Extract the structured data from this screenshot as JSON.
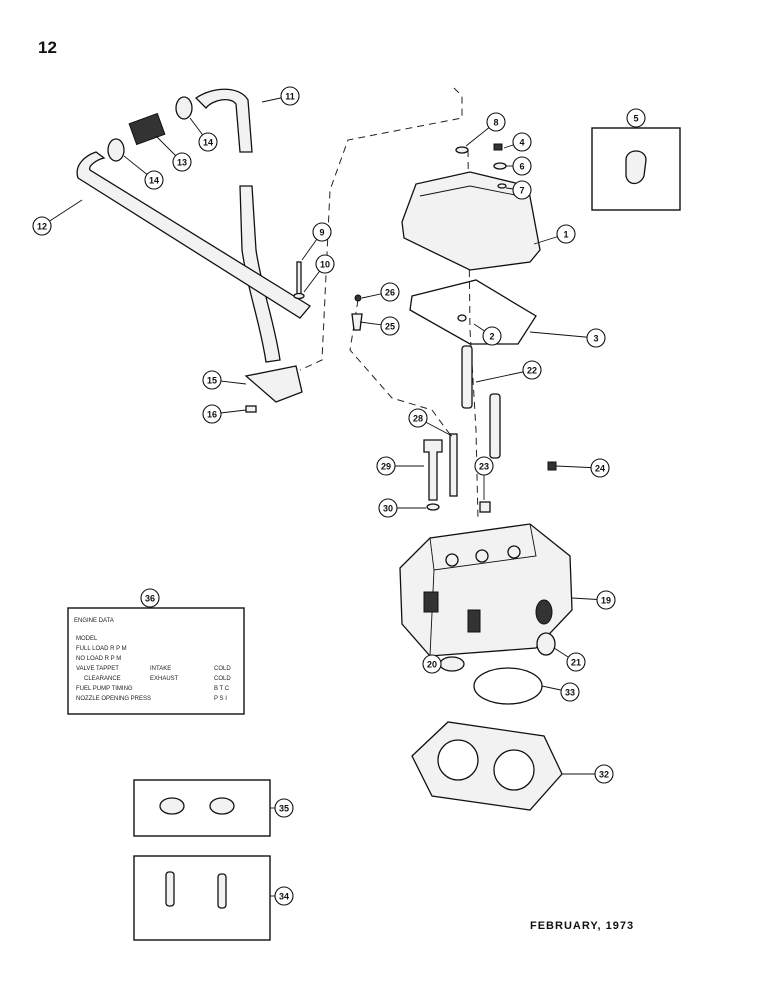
{
  "page_number": "12",
  "footer": "FEBRUARY, 1973",
  "callouts": [
    "1",
    "2",
    "3",
    "4",
    "5",
    "6",
    "7",
    "8",
    "9",
    "10",
    "11",
    "12",
    "13",
    "14",
    "14",
    "15",
    "16",
    "19",
    "20",
    "21",
    "22",
    "23",
    "24",
    "25",
    "26",
    "28",
    "29",
    "30",
    "32",
    "33",
    "34",
    "35",
    "36"
  ],
  "data_card": {
    "title": "ENGINE DATA",
    "rows": [
      {
        "label": "MODEL",
        "mid": "",
        "value": ""
      },
      {
        "label": "FULL LOAD R P M",
        "mid": "",
        "value": ""
      },
      {
        "label": "NO LOAD R P M",
        "mid": "",
        "value": ""
      },
      {
        "label": "VALVE TAPPET",
        "mid": "INTAKE",
        "value": "COLD"
      },
      {
        "label": "CLEARANCE",
        "mid": "EXHAUST",
        "value": "COLD"
      },
      {
        "label": "FUEL PUMP TIMING",
        "mid": "",
        "value": "B T C"
      },
      {
        "label": "NOZZLE OPENING PRESS",
        "mid": "",
        "value": "P S I"
      }
    ]
  }
}
